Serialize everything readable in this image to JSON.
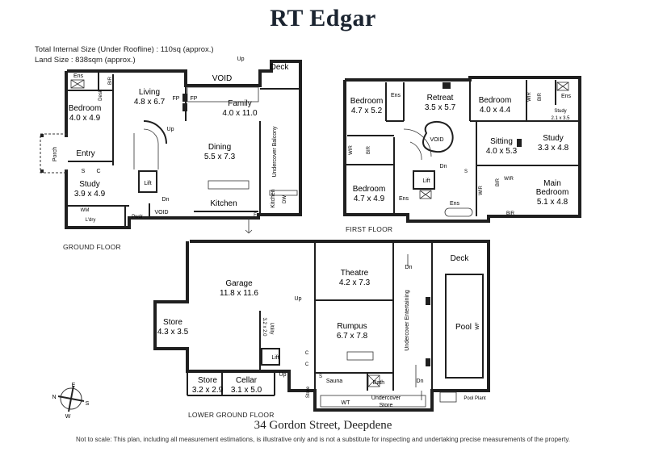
{
  "brand": "RT Edgar",
  "meta": {
    "internal_size": "Total Internal Size (Under Roofline) : 110sq (approx.)",
    "land_size": "Land Size : 838sqm (approx.)"
  },
  "floors": {
    "ground": "GROUND FLOOR",
    "first": "FIRST FLOOR",
    "lower": "LOWER GROUND FLOOR"
  },
  "ground_rooms": {
    "ens": "Ens",
    "bir": "BIR",
    "desk": "Desk",
    "bedroom": "Bedroom",
    "bedroom_size": "4.0 x 4.9",
    "living": "Living",
    "living_size": "4.8 x 6.7",
    "fp1": "FP",
    "fp2": "FP",
    "void": "VOID",
    "deck": "Deck",
    "up": "Up",
    "family": "Family",
    "family_size": "4.0 x 11.0",
    "porch": "Porch",
    "entry": "Entry",
    "stair_up": "Up",
    "dining": "Dining",
    "dining_size": "5.5 x 7.3",
    "undercover_balcony": "Undercover Balcony",
    "s": "S",
    "c": "C",
    "study": "Study",
    "study_size": "3.9 x 4.9",
    "lift": "Lift",
    "dn": "Dn",
    "kitchen": "Kitchen",
    "kitchen2": "Kitchen",
    "dw": "DW",
    "wm": "WM",
    "ldry": "L'dry",
    "pwdr": "Pwdr",
    "void2": "VOID",
    "f": "F"
  },
  "first_rooms": {
    "bedroom_a": "Bedroom",
    "bedroom_a_size": "4.7 x 5.2",
    "ens_a": "Ens",
    "retreat": "Retreat",
    "retreat_size": "3.5 x 5.7",
    "bedroom_b": "Bedroom",
    "bedroom_b_size": "4.0 x 4.4",
    "wir": "WIR",
    "bir": "BIR",
    "ens_b": "Ens",
    "study_small": "Study",
    "study_small_size": "2.1 x 3.5",
    "void": "VOID",
    "sitting": "Sitting",
    "sitting_size": "4.0 x 5.3",
    "study": "Study",
    "study_size": "3.3 x 4.8",
    "wir2": "WIR",
    "bir2": "BIR",
    "bedroom_c": "Bedroom",
    "bedroom_c_size": "4.7 x 4.9",
    "lift": "Lift",
    "dn": "Dn",
    "ens_c": "Ens",
    "ens_d": "Ens",
    "s": "S",
    "wir3": "WIR",
    "bir3": "BIR",
    "wir4": "WIR",
    "main_bedroom": "Main",
    "main_bedroom2": "Bedroom",
    "main_bedroom_size": "5.1 x 4.8",
    "bir4": "BIR"
  },
  "lower_rooms": {
    "garage": "Garage",
    "garage_size": "11.8 x 11.6",
    "theatre": "Theatre",
    "theatre_size": "4.2 x 7.3",
    "deck": "Deck",
    "dn": "Dn",
    "store": "Store",
    "store_size": "4.3 x 3.5",
    "up": "Up",
    "utility": "Utility",
    "utility_size": "3.2 x 2.0",
    "rumpus": "Rumpus",
    "rumpus_size": "6.7 x 7.8",
    "undercover_entertaining": "Undercover Entertaining",
    "pool": "Pool",
    "wf": "WF",
    "lift": "Lift",
    "c1": "C",
    "c2": "C",
    "store2": "Store",
    "store2_size": "3.2 x 2.9",
    "cellar": "Cellar",
    "cellar_size": "3.1 x 5.0",
    "up2": "Up",
    "sauna": "Sauna",
    "bath": "Bath",
    "s": "S",
    "dn2": "Dn",
    "store3": "Store",
    "wt": "WT",
    "undercover_store": "Undercover",
    "undercover_store2": "Store",
    "pool_plant": "Pool Plant"
  },
  "compass": {
    "n": "N",
    "e": "E",
    "s": "S",
    "w": "W"
  },
  "address": "34 Gordon Street, Deepdene",
  "disclaimer": "Not to scale: This plan, including all measurement estimations, is illustrative only and is not a substitute for inspecting and undertaking precise measurements of the property."
}
